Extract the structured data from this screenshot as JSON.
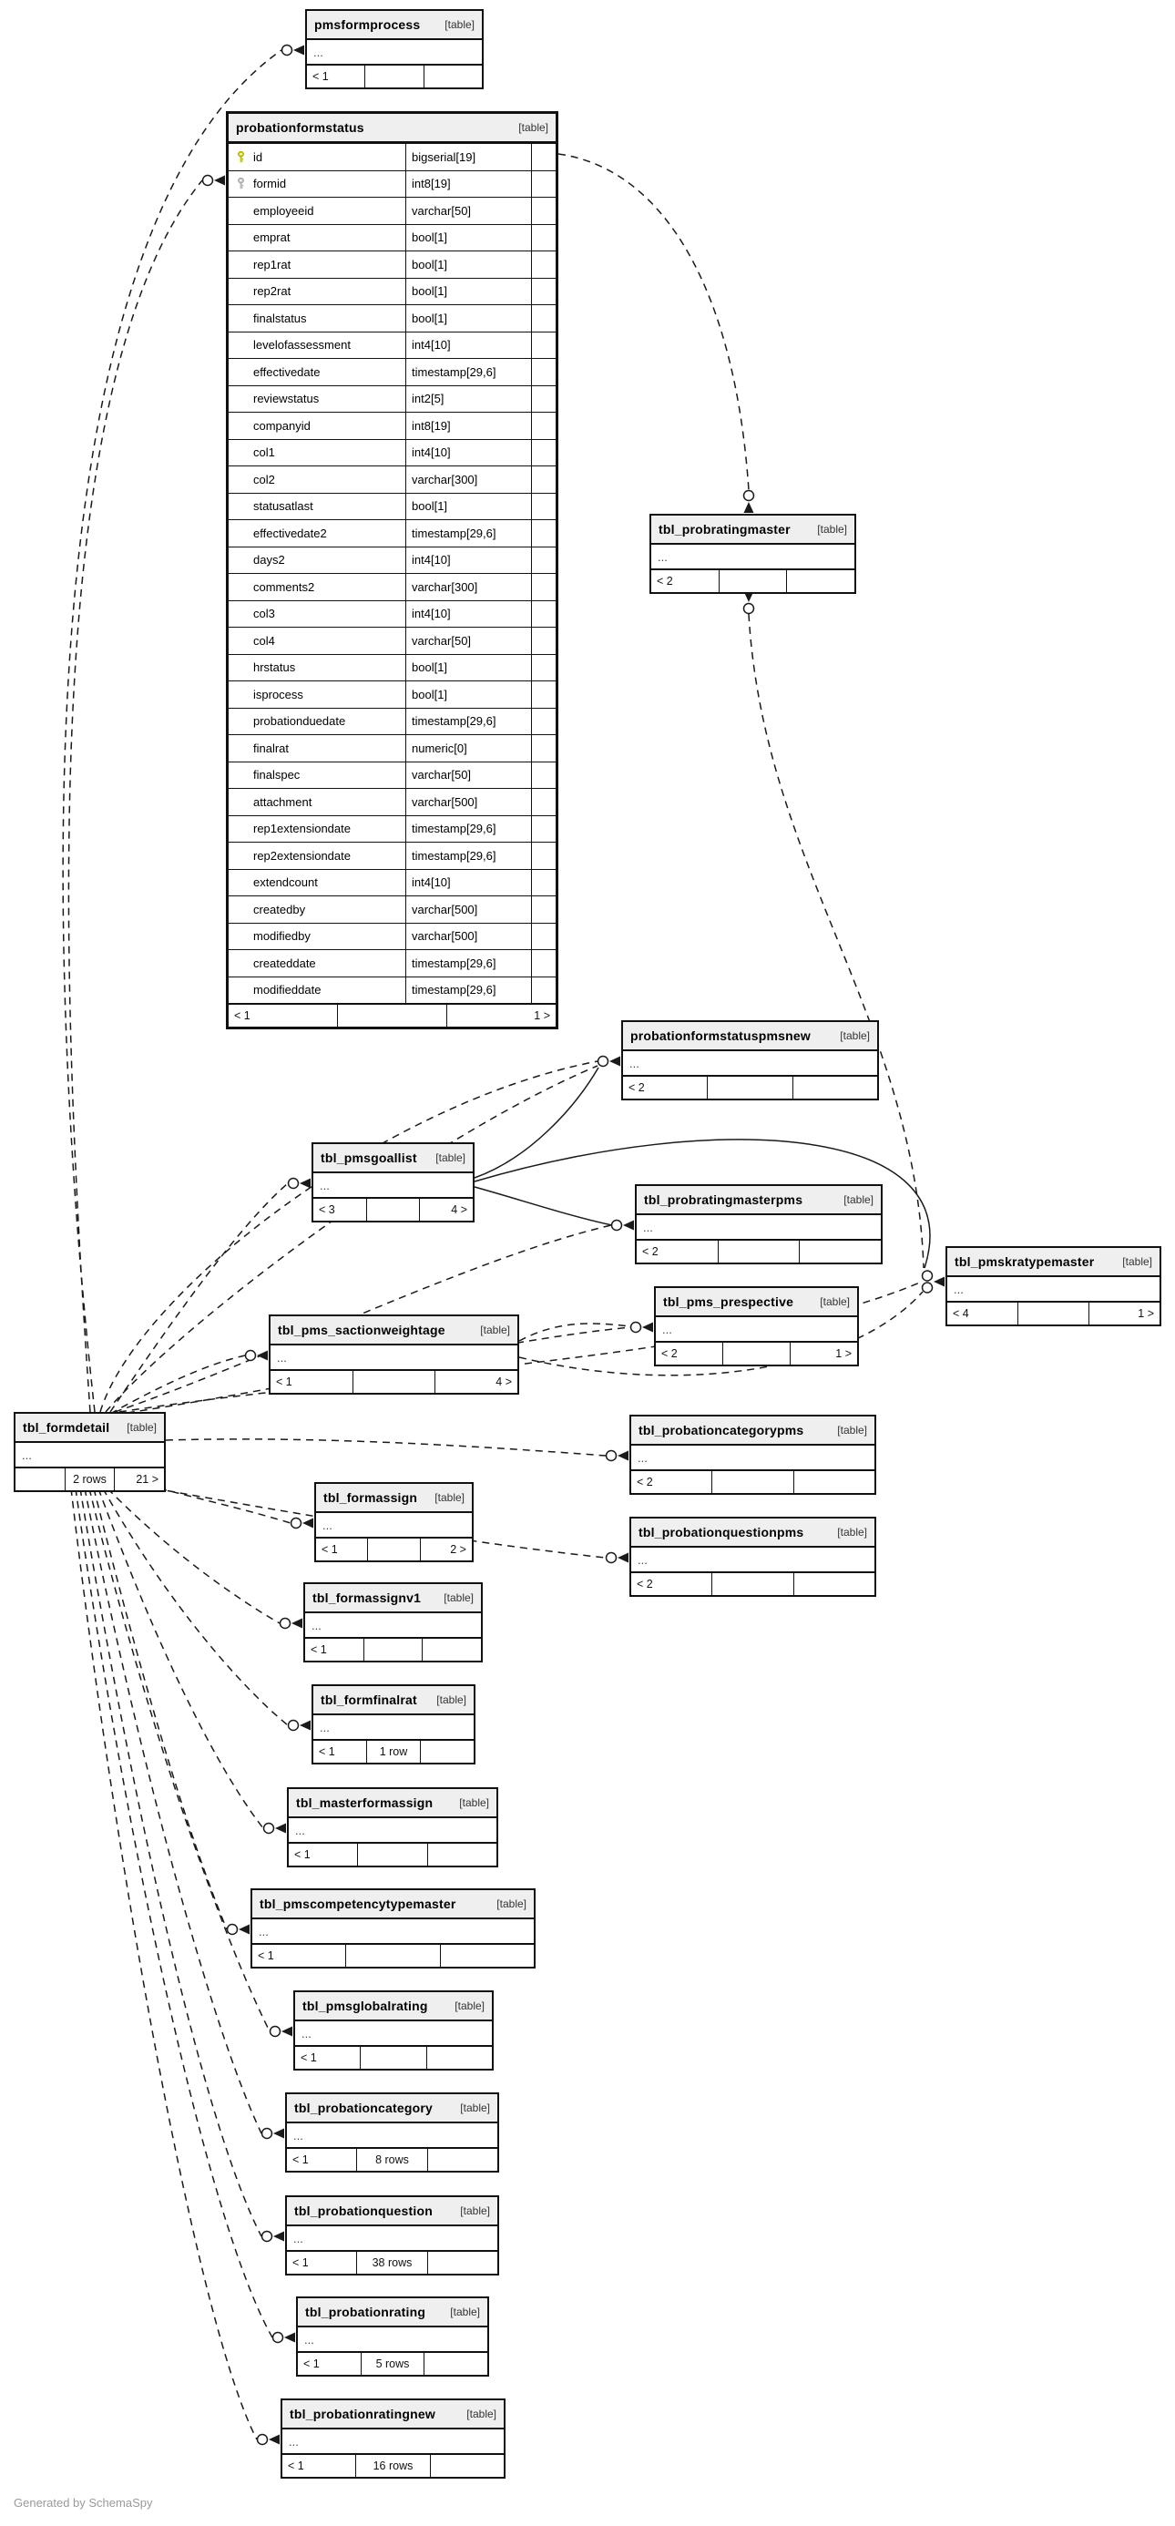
{
  "credit": "Generated by SchemaSpy",
  "diagram": {
    "ellipsis_label": "...",
    "tables": [
      {
        "name": "pmsformprocess",
        "tag": "[table]",
        "footer": [
          "< 1",
          "",
          ""
        ]
      },
      {
        "name": "probationformstatus",
        "tag": "[table]",
        "footer": [
          "< 1",
          "",
          "1 >"
        ],
        "columns": [
          {
            "name": "id",
            "type": "bigserial[19]",
            "key": "primary"
          },
          {
            "name": "formid",
            "type": "int8[19]",
            "key": "foreign"
          },
          {
            "name": "employeeid",
            "type": "varchar[50]"
          },
          {
            "name": "emprat",
            "type": "bool[1]"
          },
          {
            "name": "rep1rat",
            "type": "bool[1]"
          },
          {
            "name": "rep2rat",
            "type": "bool[1]"
          },
          {
            "name": "finalstatus",
            "type": "bool[1]"
          },
          {
            "name": "levelofassessment",
            "type": "int4[10]"
          },
          {
            "name": "effectivedate",
            "type": "timestamp[29,6]"
          },
          {
            "name": "reviewstatus",
            "type": "int2[5]"
          },
          {
            "name": "companyid",
            "type": "int8[19]"
          },
          {
            "name": "col1",
            "type": "int4[10]"
          },
          {
            "name": "col2",
            "type": "varchar[300]"
          },
          {
            "name": "statusatlast",
            "type": "bool[1]"
          },
          {
            "name": "effectivedate2",
            "type": "timestamp[29,6]"
          },
          {
            "name": "days2",
            "type": "int4[10]"
          },
          {
            "name": "comments2",
            "type": "varchar[300]"
          },
          {
            "name": "col3",
            "type": "int4[10]"
          },
          {
            "name": "col4",
            "type": "varchar[50]"
          },
          {
            "name": "hrstatus",
            "type": "bool[1]"
          },
          {
            "name": "isprocess",
            "type": "bool[1]"
          },
          {
            "name": "probationduedate",
            "type": "timestamp[29,6]"
          },
          {
            "name": "finalrat",
            "type": "numeric[0]"
          },
          {
            "name": "finalspec",
            "type": "varchar[50]"
          },
          {
            "name": "attachment",
            "type": "varchar[500]"
          },
          {
            "name": "rep1extensiondate",
            "type": "timestamp[29,6]"
          },
          {
            "name": "rep2extensiondate",
            "type": "timestamp[29,6]"
          },
          {
            "name": "extendcount",
            "type": "int4[10]"
          },
          {
            "name": "createdby",
            "type": "varchar[500]"
          },
          {
            "name": "modifiedby",
            "type": "varchar[500]"
          },
          {
            "name": "createddate",
            "type": "timestamp[29,6]"
          },
          {
            "name": "modifieddate",
            "type": "timestamp[29,6]"
          }
        ]
      },
      {
        "name": "tbl_probratingmaster",
        "tag": "[table]",
        "footer": [
          "< 2",
          "",
          ""
        ]
      },
      {
        "name": "probationformstatuspmsnew",
        "tag": "[table]",
        "footer": [
          "< 2",
          "",
          ""
        ]
      },
      {
        "name": "tbl_pmsgoallist",
        "tag": "[table]",
        "footer": [
          "< 3",
          "",
          "4 >"
        ]
      },
      {
        "name": "tbl_probratingmasterpms",
        "tag": "[table]",
        "footer": [
          "< 2",
          "",
          ""
        ]
      },
      {
        "name": "tbl_pmskratypemaster",
        "tag": "[table]",
        "footer": [
          "< 4",
          "",
          "1 >"
        ]
      },
      {
        "name": "tbl_pms_prespective",
        "tag": "[table]",
        "footer": [
          "< 2",
          "",
          "1 >"
        ]
      },
      {
        "name": "tbl_pms_sactionweightage",
        "tag": "[table]",
        "footer": [
          "< 1",
          "",
          "4 >"
        ]
      },
      {
        "name": "tbl_formdetail",
        "tag": "[table]",
        "footer": [
          "",
          "2 rows",
          "21 >"
        ]
      },
      {
        "name": "tbl_probationcategorypms",
        "tag": "[table]",
        "footer": [
          "< 2",
          "",
          ""
        ]
      },
      {
        "name": "tbl_probationquestionpms",
        "tag": "[table]",
        "footer": [
          "< 2",
          "",
          ""
        ]
      },
      {
        "name": "tbl_formassign",
        "tag": "[table]",
        "footer": [
          "< 1",
          "",
          "2 >"
        ]
      },
      {
        "name": "tbl_formassignv1",
        "tag": "[table]",
        "footer": [
          "< 1",
          "",
          ""
        ]
      },
      {
        "name": "tbl_formfinalrat",
        "tag": "[table]",
        "footer": [
          "< 1",
          "1 row",
          ""
        ]
      },
      {
        "name": "tbl_masterformassign",
        "tag": "[table]",
        "footer": [
          "< 1",
          "",
          ""
        ]
      },
      {
        "name": "tbl_pmscompetencytypemaster",
        "tag": "[table]",
        "footer": [
          "< 1",
          "",
          ""
        ]
      },
      {
        "name": "tbl_pmsglobalrating",
        "tag": "[table]",
        "footer": [
          "< 1",
          "",
          ""
        ]
      },
      {
        "name": "tbl_probationcategory",
        "tag": "[table]",
        "footer": [
          "< 1",
          "8 rows",
          ""
        ]
      },
      {
        "name": "tbl_probationquestion",
        "tag": "[table]",
        "footer": [
          "< 1",
          "38 rows",
          ""
        ]
      },
      {
        "name": "tbl_probationrating",
        "tag": "[table]",
        "footer": [
          "< 1",
          "5 rows",
          ""
        ]
      },
      {
        "name": "tbl_probationratingnew",
        "tag": "[table]",
        "footer": [
          "< 1",
          "16 rows",
          ""
        ]
      }
    ]
  }
}
